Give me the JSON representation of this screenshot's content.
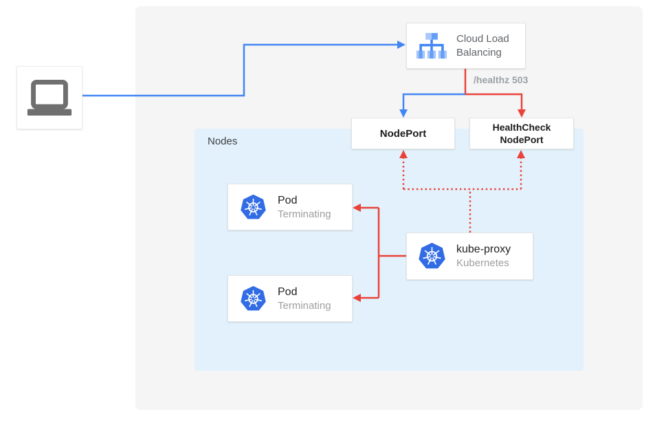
{
  "diagram": {
    "client": {
      "icon": "laptop-icon"
    },
    "load_balancer": {
      "icon": "cloud-load-balancing-icon",
      "label_line1": "Cloud Load",
      "label_line2": "Balancing"
    },
    "health_label": "/healthz 503",
    "nodeport": {
      "label": "NodePort"
    },
    "healthcheck_nodeport": {
      "label_line1": "HealthCheck",
      "label_line2": "NodePort"
    },
    "nodes_panel": {
      "label": "Nodes"
    },
    "pods": [
      {
        "icon": "kubernetes-icon",
        "title": "Pod",
        "subtitle": "Terminating"
      },
      {
        "icon": "kubernetes-icon",
        "title": "Pod",
        "subtitle": "Terminating"
      }
    ],
    "kube_proxy": {
      "icon": "kubernetes-icon",
      "title": "kube-proxy",
      "subtitle": "Kubernetes"
    },
    "colors": {
      "blue": "#4285F4",
      "red": "#E94339",
      "nodes_panel_bg": "#E3F1FC",
      "outer_panel_bg": "#F5F5F5",
      "k8s_blue": "#326CE5",
      "lb_icon_light": "#A8C7FA",
      "lb_icon_medium": "#669DF6",
      "lb_icon_bright": "#4285F4",
      "muted_text": "#9AA0A6",
      "laptop_gray": "#6F6F6F"
    }
  }
}
